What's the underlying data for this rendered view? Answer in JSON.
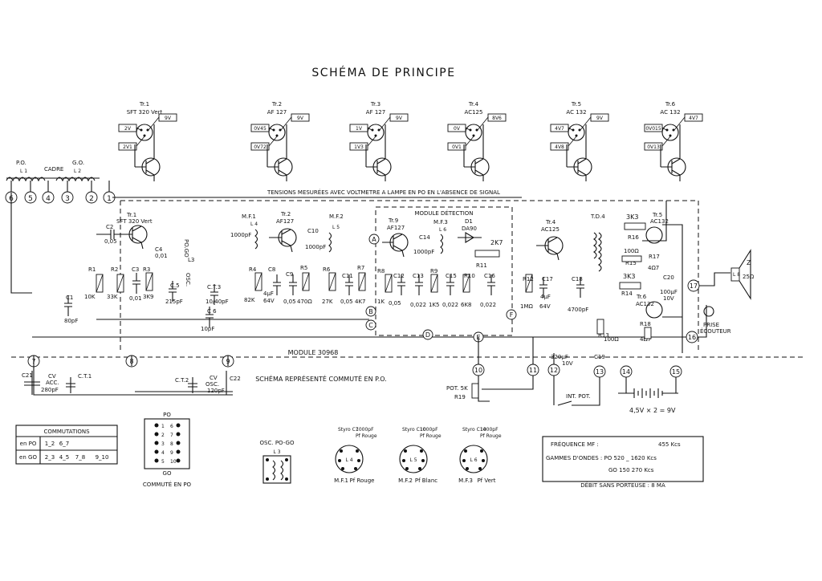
{
  "title": "SCHÉMA DE PRINCIPE",
  "transistors_top": [
    {
      "id": "Tr.1",
      "type": "SFT 320 Vert",
      "v": [
        "2V",
        "9V",
        "2V1"
      ]
    },
    {
      "id": "Tr.2",
      "type": "AF 127",
      "v": [
        "0V45",
        "9V",
        "0V72"
      ]
    },
    {
      "id": "Tr.3",
      "type": "AF 127",
      "v": [
        "1V",
        "9V",
        "1V3"
      ]
    },
    {
      "id": "Tr.4",
      "type": "AC125",
      "v": [
        "0V",
        "8V6",
        "0V1"
      ]
    },
    {
      "id": "Tr.5",
      "type": "AC 132",
      "v": [
        "4V7",
        "9V",
        "4V8"
      ]
    },
    {
      "id": "Tr.6",
      "type": "AC 132",
      "v": [
        "0V015",
        "4V7",
        "0V13"
      ]
    }
  ],
  "tensions_note": "TENSIONS MESURÉES AVEC VOLTMETRE A LAMPE EN PO EN L'ABSENCE DE SIGNAL",
  "antenna": {
    "po": "P.O.",
    "l1": "L 1",
    "cadre": "CADRE",
    "go": "G.O.",
    "l2": "L 2"
  },
  "nodes_top": [
    "6",
    "5",
    "4",
    "3",
    "2",
    "1"
  ],
  "module_label": "MODULE 30968",
  "module_detection": "MODULE DÉTECTION",
  "schema_note": "SCHÉMA REPRÉSENTÉ COMMUTÉ EN P.O.",
  "components": {
    "tr1": "Tr.1",
    "tr1_type": "SFT 320 Vert",
    "tr2": "Tr.2",
    "tr2_type": "AF127",
    "tr9": "Tr.9",
    "tr9_type": "AF127",
    "tr4": "Tr.4",
    "tr4_type": "AC125",
    "tr5": "Tr.5",
    "tr5_type": "AC132",
    "tr6": "Tr.6",
    "tr6_type": "AC132",
    "mf1": "M.F.1",
    "l4": "L 4",
    "mf2": "M.F.2",
    "l5": "L 5",
    "mf3": "M.F.3",
    "l6": "L 6",
    "d1": "D1",
    "da90": "DA90",
    "td4": "T.D.4",
    "c2": "C2",
    "c2v": "0,05",
    "c4": "C4",
    "c4v": "0,01",
    "r1": "R1",
    "r1v": "10K",
    "r2": "R2",
    "r2v": "33K",
    "c3": "C3",
    "c3v": "0,01",
    "r3": "R3",
    "r3v": "3K9",
    "po_go": "PO.GO",
    "l3": "L3",
    "osc": "OSC.",
    "c5": "C.5",
    "c5v": "215pF",
    "ct3": "C.T.3",
    "ct3v": "10/40pF",
    "c6": "C 6",
    "c6v": "10pF",
    "c1": "C1",
    "c1v": "80pF",
    "r4": "R4",
    "r4v": "82K",
    "c8": "C8",
    "c8v": "4µF",
    "c8v2": "64V",
    "c9": "C9",
    "c9v": "0,05",
    "r5": "R5",
    "r5v": "470Ω",
    "r6": "R6",
    "r6v": "27K",
    "c11": "C11",
    "c11v": "0,05",
    "r7": "R7",
    "r7v": "4K7",
    "c7v": "1000pF",
    "c10": "C10",
    "c10v": "1000pF",
    "c14": "C14",
    "c14v": "1000pF",
    "r8": "R8",
    "r8v": "1K",
    "c12": "C12",
    "c12v": "0,05",
    "c13": "C13",
    "c13v": "0,022",
    "r9": "R9",
    "r9v": "1K5",
    "c15": "C15",
    "c15v": "0,022",
    "r10": "R10",
    "r10v": "6K8",
    "c16": "C16",
    "c16v": "0,022",
    "r11": "R11",
    "r11v": "2K7",
    "r12": "R12",
    "r12v": "1MΩ",
    "c17": "C17",
    "c17v": "4µF",
    "c17v2": "64V",
    "c18": "C18",
    "c18v": "4700pF",
    "r16": "R16",
    "r16v": "3K3",
    "r15": "R15",
    "r15v": "100Ω",
    "r17": "R17",
    "r17v": "4Ω7",
    "r14": "R14",
    "r14v": "3K3",
    "c20": "C20",
    "c20v": "100µF",
    "c20v2": "10V",
    "r13": "R13",
    "r13v": "100Ω",
    "r18": "R18",
    "r18v": "4Ω7",
    "c19": "C19",
    "c19v": "320µF",
    "c19v2": "10V",
    "l8": "L 8",
    "z": "Z",
    "zv": "25Ω",
    "prise": "PRISE",
    "ecouteur": "ÉCOUTEUR",
    "c21": "C21",
    "cv": "CV",
    "acc": "ACC.",
    "c21v": "280pF",
    "ct1": "C.T.1",
    "ct2": "C.T.2",
    "osc2": "OSC.",
    "c22": "C22",
    "c22v": "120pF",
    "pot": "POT. 5K",
    "r19": "R19",
    "int_pot": "INT. POT.",
    "battery": "4,5V × 2 = 9V"
  },
  "letters": [
    "A",
    "B",
    "C",
    "D",
    "E",
    "F"
  ],
  "bottom_nodes": [
    "7",
    "8",
    "9",
    "10",
    "11",
    "12",
    "13",
    "14",
    "15",
    "16",
    "17"
  ],
  "commutations": {
    "title": "COMMUTATIONS",
    "rows": [
      [
        "en PO",
        "1_2",
        "6_7",
        "",
        ""
      ],
      [
        "en GO",
        "2_3",
        "4_5",
        "7_8",
        "9_10"
      ]
    ]
  },
  "switch_label_po": "PO",
  "switch_label_go": "GO",
  "switch_caption": "COMMUTÉ EN PO",
  "osc_caption": "OSC. PO-GO",
  "osc_l3": "L 3",
  "mf_bottom": [
    {
      "cap": "Styro C7",
      "cv": "1000pF",
      "pf": "Pf Rouge",
      "l": "L 4",
      "name": "M.F.1",
      "color": "Pf Rouge"
    },
    {
      "cap": "Styro C10",
      "cv": "1000pF",
      "pf": "Pf Rouge",
      "l": "L 5",
      "name": "M.F.2",
      "color": "Pf Blanc"
    },
    {
      "cap": "Styro C14",
      "cv": "1000pF",
      "pf": "Pf Rouge",
      "l": "L 6",
      "name": "M.F.3",
      "color": "Pf Vert"
    }
  ],
  "specs": {
    "freq_label": "FRÉQUENCE MF :",
    "freq_value": "455 Kcs",
    "gammes_label": "GAMMES D'ONDES : PO 520 _ 1620 Kcs",
    "go_line": "GO 150    270 Kcs",
    "debit": "DÉBIT SANS PORTEUSE : 8 MA"
  }
}
